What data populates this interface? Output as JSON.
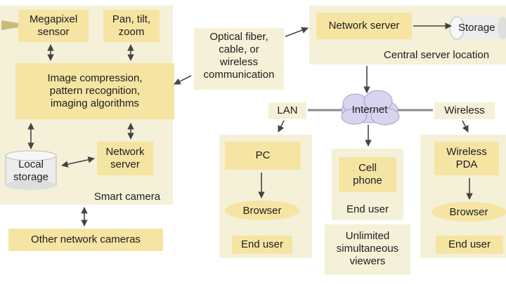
{
  "colors": {
    "panel": "#f5f1d8",
    "box": "#f6e4a3",
    "cylinder": "#ececec",
    "cloud": "#d9d3ee",
    "line": "#555555"
  },
  "camera": {
    "megapixel_sensor": "Megapixel\nsensor",
    "pan_tilt_zoom": "Pan, tilt,\nzoom",
    "image_processing": "Image compression,\npattern recognition,\nimaging algorithms",
    "local_storage": "Local\nstorage",
    "network_server": "Network\nserver",
    "panel_label": "Smart camera"
  },
  "other_cameras": "Other network cameras",
  "link": "Optical fiber,\ncable, or\nwireless\ncommunication",
  "central": {
    "network_server": "Network server",
    "storage": "Storage",
    "location": "Central server location"
  },
  "internet": "Internet",
  "lan": {
    "label": "LAN",
    "pc": "PC",
    "browser": "Browser",
    "end_user": "End user"
  },
  "cell": {
    "phone": "Cell\nphone",
    "end_user": "End user",
    "viewers": "Unlimited\nsimultaneous\nviewers"
  },
  "wireless": {
    "label": "Wireless",
    "pda": "Wireless\nPDA",
    "browser": "Browser",
    "end_user": "End user"
  }
}
